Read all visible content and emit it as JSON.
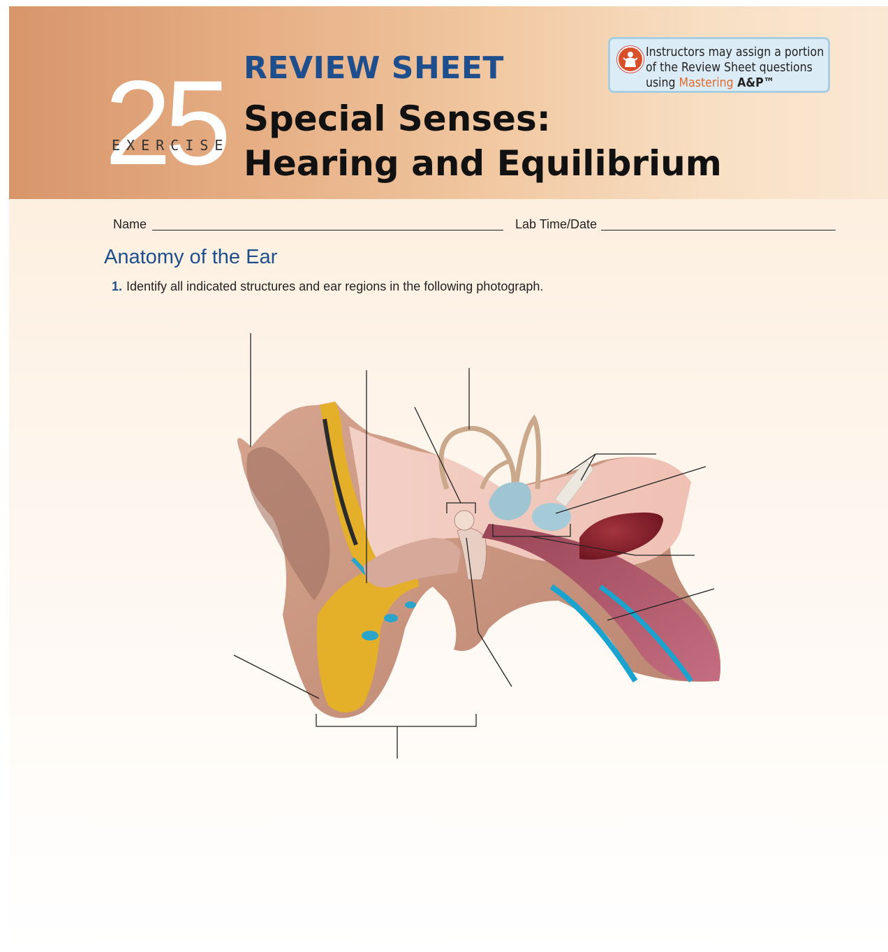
{
  "header": {
    "exercise_word": "EXERCISE",
    "exercise_number": "25",
    "review_title": "REVIEW SHEET",
    "title_line1": "Special Senses:",
    "title_line2": "Hearing and Equilibrium",
    "note": {
      "line1": "Instructors may assign a portion",
      "line2": "of the Review Sheet questions",
      "line3_prefix": "using ",
      "line3_brand": "Mastering",
      "line3_suffix": " A&P™",
      "icon": "instructor-icon"
    }
  },
  "form": {
    "name_label": "Name",
    "labtime_label": "Lab Time/Date"
  },
  "section": {
    "heading": "Anatomy of the Ear",
    "question_number": "1.",
    "question_text": "Identify all indicated structures and ear regions in the following photograph."
  },
  "colors": {
    "heading_blue": "#1f4e8c",
    "banner_orange": "#d8956a",
    "brand_orange": "#e06a2b"
  }
}
